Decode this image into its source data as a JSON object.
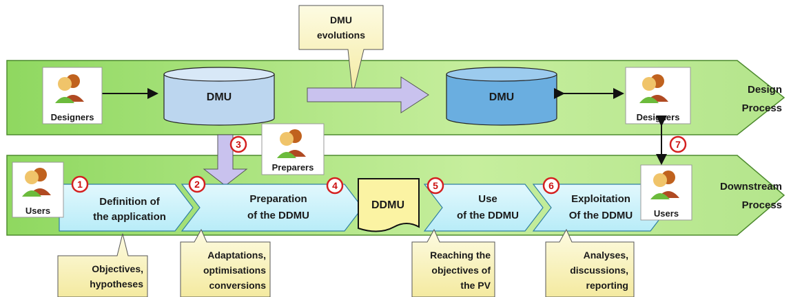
{
  "bands": {
    "design_label_1": "Design",
    "design_label_2": "Process",
    "downstream_label_1": "Downstream",
    "downstream_label_2": "Process"
  },
  "databases": {
    "dmu_left": "DMU",
    "dmu_right": "DMU"
  },
  "callout_evolutions": [
    "DMU",
    "evolutions"
  ],
  "actors": {
    "designers_left": "Designers",
    "designers_right": "Designers",
    "preparers": "Preparers",
    "users_left": "Users",
    "users_right": "Users"
  },
  "steps": [
    {
      "number": "1",
      "line1": "Definition of",
      "line2": "the application"
    },
    {
      "number": "2",
      "line1": "Preparation",
      "line2": "of the DDMU"
    },
    {
      "number": "3"
    },
    {
      "number": "4"
    },
    {
      "number": "5",
      "line1": "Use",
      "line2": "of the DDMU"
    },
    {
      "number": "6",
      "line1": "Exploitation",
      "line2": "Of the DDMU"
    },
    {
      "number": "7"
    }
  ],
  "ddmu_doc": "DDMU",
  "bottom_callouts": [
    [
      "Objectives,",
      "hypotheses"
    ],
    [
      "Adaptations,",
      "optimisations",
      "conversions"
    ],
    [
      "Reaching the",
      "objectives of",
      "the PV"
    ],
    [
      "Analyses,",
      "discussions,",
      "reporting"
    ]
  ],
  "colors": {
    "band_green": "#a8e07a",
    "chevron_fill": "#c8f0fa",
    "db_light": "#bcd6ef",
    "db_dark": "#6aaee0",
    "callout_fill": "#fbf6c2",
    "ddmu_fill": "#fbf3a3",
    "marker_red": "#d42020",
    "arrow_purple": "#c9c2ee"
  }
}
